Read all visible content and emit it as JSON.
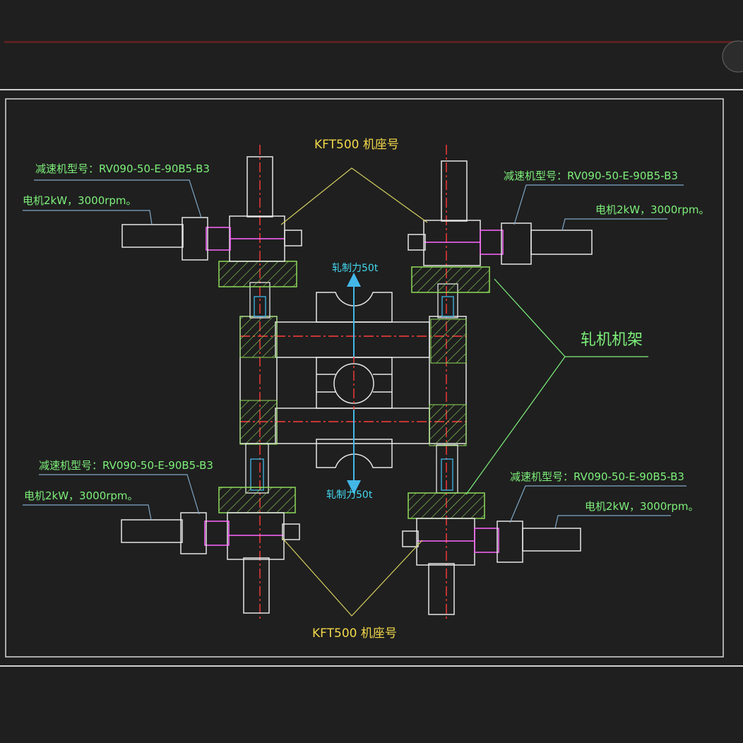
{
  "labels": {
    "seat_top": "KFT500 机座号",
    "seat_bottom": "KFT500 机座号",
    "frame": "轧机机架",
    "force_up": "轧制力50t",
    "force_down": "轧制力50t",
    "reducer_tl": "减速机型号：RV090-50-E-90B5-B3",
    "motor_tl": "电机2kW，3000rpm。",
    "reducer_tr": "减速机型号：RV090-50-E-90B5-B3",
    "motor_tr": "电机2kW，3000rpm。",
    "reducer_bl": "减速机型号：RV090-50-E-90B5-B3",
    "motor_bl": "电机2kW，3000rpm。",
    "reducer_br": "减速机型号：RV090-50-E-90B5-B3",
    "motor_br": "电机2kW，3000rpm。"
  },
  "colors": {
    "background": "#1f1f1f",
    "line": "#e6e6e6",
    "centerline": "#ff3b3b",
    "hatch": "#8fdc5a",
    "leader": "#d6d060",
    "arrow": "#43b8e8",
    "label_yellow": "#f2d84a",
    "label_green": "#7df07a",
    "label_cyan": "#43d8f0"
  }
}
